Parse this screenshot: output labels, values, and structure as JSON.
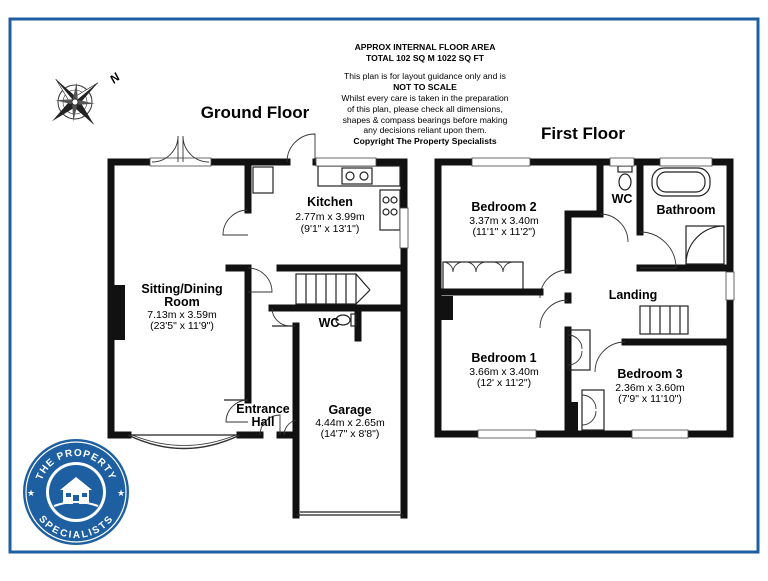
{
  "header": {
    "area_title": "APPROX INTERNAL FLOOR AREA",
    "area_value": "TOTAL 102 SQ M 1022 SQ FT",
    "disclaimer_1": "This plan is for layout guidance only and is",
    "disclaimer_2": "NOT TO SCALE",
    "disclaimer_3": "Whilst every care is taken in the preparation",
    "disclaimer_4": "of this plan, please check all dimensions,",
    "disclaimer_5": "shapes & compass bearings before making",
    "disclaimer_6": "any decisions reliant upon them.",
    "copyright": "Copyright The Property Specialists"
  },
  "compass": {
    "north_label": "N"
  },
  "floors": {
    "ground": {
      "title": "Ground Floor"
    },
    "first": {
      "title": "First Floor"
    }
  },
  "rooms": {
    "kitchen": {
      "name": "Kitchen",
      "metric": "2.77m x 3.99m",
      "imperial": "(9'1\" x 13'1\")"
    },
    "sitting": {
      "name_1": "Sitting/Dining",
      "name_2": "Room",
      "metric": "7.13m x 3.59m",
      "imperial": "(23'5\" x 11'9\")"
    },
    "wc_ground": {
      "name": "WC"
    },
    "entrance": {
      "name_1": "Entrance",
      "name_2": "Hall"
    },
    "garage": {
      "name": "Garage",
      "metric": "4.44m x 2.65m",
      "imperial": "(14'7\" x 8'8\")"
    },
    "bedroom2": {
      "name": "Bedroom 2",
      "metric": "3.37m x 3.40m",
      "imperial": "(11'1\" x 11'2\")"
    },
    "wc_first": {
      "name": "WC"
    },
    "bathroom": {
      "name": "Bathroom"
    },
    "landing": {
      "name": "Landing"
    },
    "bedroom1": {
      "name": "Bedroom 1",
      "metric": "3.66m x 3.40m",
      "imperial": "(12' x 11'2\")"
    },
    "bedroom3": {
      "name": "Bedroom 3",
      "metric": "2.36m x 3.60m",
      "imperial": "(7'9\" x 11'10\")"
    }
  },
  "logo": {
    "top_text": "THE PROPERTY",
    "bottom_text": "SPECIALISTS"
  },
  "colors": {
    "frame": "#1d5fa0",
    "logo_blue": "#1d5fa0",
    "walls": "#111111"
  }
}
